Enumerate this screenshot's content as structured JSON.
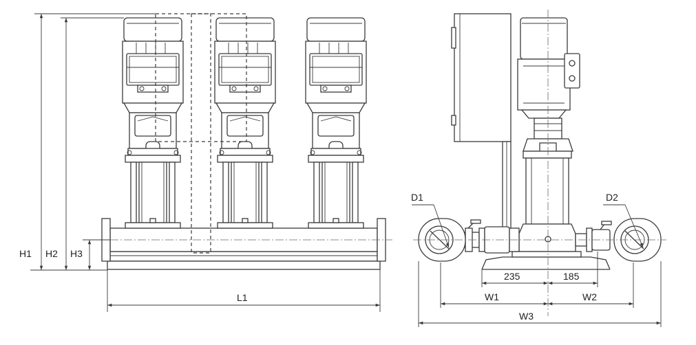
{
  "labels": {
    "h1": "H1",
    "h2": "H2",
    "h3": "H3",
    "l1": "L1",
    "d1": "D1",
    "d2": "D2",
    "dim_235": "235",
    "dim_185": "185",
    "w1": "W1",
    "w2": "W2",
    "w3": "W3"
  },
  "colors": {
    "line": "#3a3a3a",
    "background": "#ffffff"
  }
}
